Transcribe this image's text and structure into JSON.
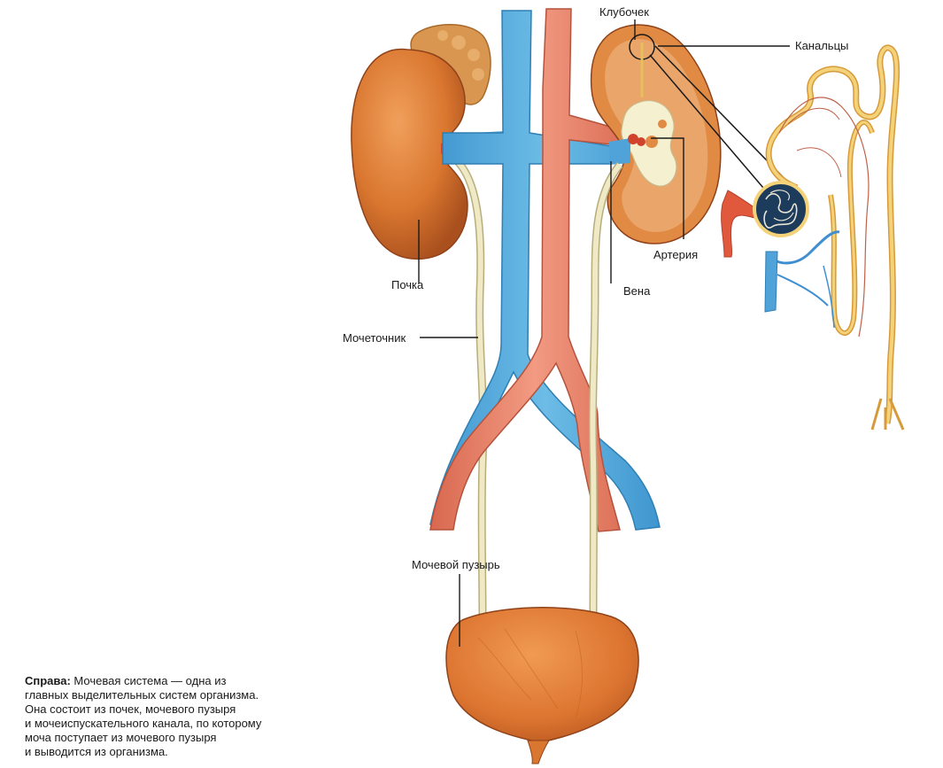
{
  "labels": {
    "glomerulus": "Клубочек",
    "tubules": "Канальцы",
    "artery": "Артерия",
    "vein": "Вена",
    "kidney": "Почка",
    "ureter": "Мочеточник",
    "bladder": "Мочевой пузырь"
  },
  "caption": {
    "lead": "Справа:",
    "line1_rest": " Мочевая система — одна из",
    "line2": "главных выделительных систем организма.",
    "line3": "Она состоит из почек, мочевого пузыря",
    "line4": "и мочеиспускательного канала, по которому",
    "line5": "моча поступает из мочевого пузыря",
    "line6": "и выводится из организма."
  },
  "colors": {
    "vein": "#5aaedc",
    "artery": "#e8846c",
    "kidney": "#d9762f",
    "bladder": "#dc7430",
    "ureter": "#efe9c6",
    "tubule": "#f0c05a",
    "adrenal": "#d99650"
  }
}
